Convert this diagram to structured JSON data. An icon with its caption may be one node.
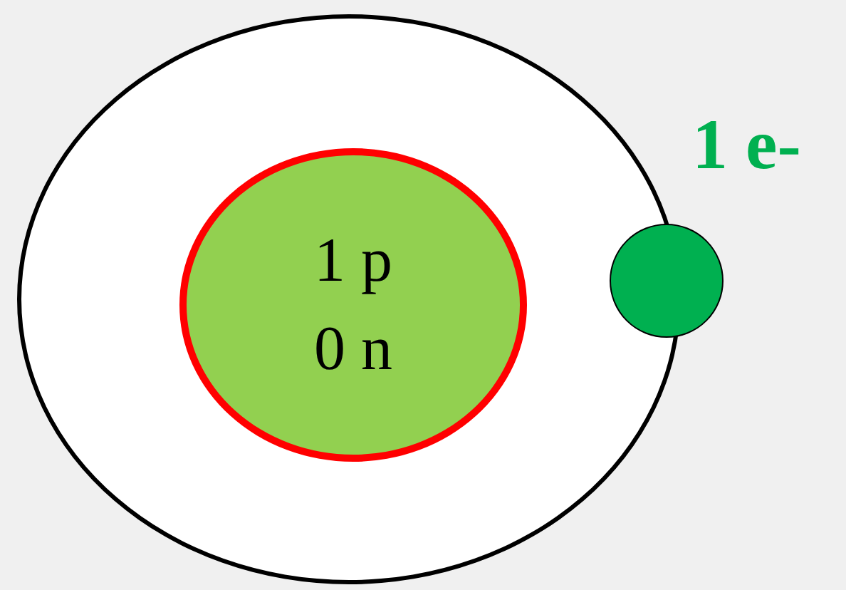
{
  "diagram": {
    "nodes": [
      {
        "text": [],
        "shape": "ellipse"
      },
      {
        "text": [
          "1 p",
          "0 n"
        ],
        "in": 0
      },
      {
        "text": [],
        "shape": "circle",
        "beside": [
          "1 e-"
        ]
      }
    ]
  }
}
